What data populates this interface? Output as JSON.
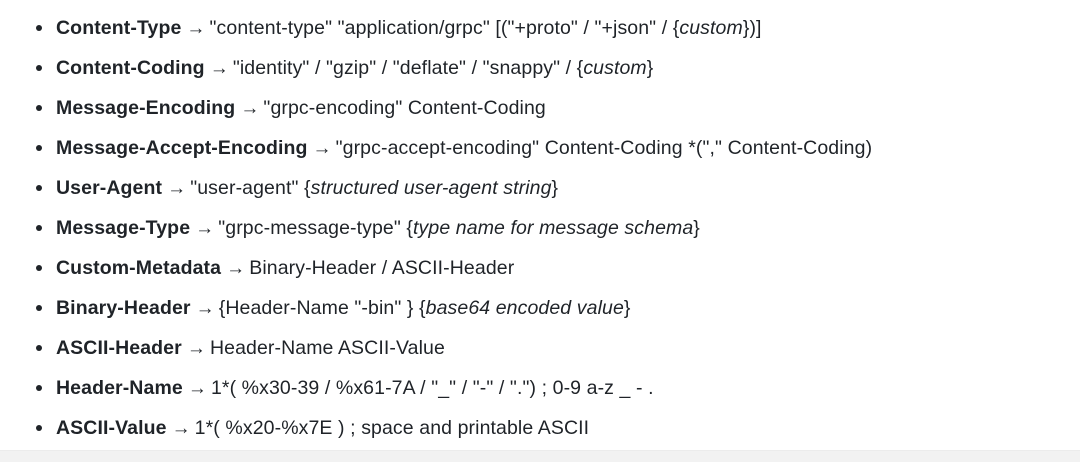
{
  "document": {
    "type": "grpc-protocol-grammar-spec",
    "arrow_glyph": "→",
    "bullet_glyph": "•",
    "text_color": "#1f2328",
    "background_color": "#ffffff",
    "rules": [
      {
        "name": "Content-Type",
        "definition_html": "\"content-type\" \"application/grpc\" [(\"+proto\" / \"+json\" / {<i>custom</i>})]",
        "definition_text": "\"content-type\" \"application/grpc\" [(\"+proto\" / \"+json\" / {custom})]"
      },
      {
        "name": "Content-Coding",
        "definition_html": "\"identity\" / \"gzip\" / \"deflate\" / \"snappy\" / {<i>custom</i>}",
        "definition_text": "\"identity\" / \"gzip\" / \"deflate\" / \"snappy\" / {custom}"
      },
      {
        "name": "Message-Encoding",
        "definition_html": "\"grpc-encoding\" Content-Coding",
        "definition_text": "\"grpc-encoding\" Content-Coding"
      },
      {
        "name": "Message-Accept-Encoding",
        "definition_html": "\"grpc-accept-encoding\" Content-Coding *(\",\" Content-Coding)",
        "definition_text": "\"grpc-accept-encoding\" Content-Coding *(\",\" Content-Coding)"
      },
      {
        "name": "User-Agent",
        "definition_html": "\"user-agent\" {<i>structured user-agent string</i>}",
        "definition_text": "\"user-agent\" {structured user-agent string}"
      },
      {
        "name": "Message-Type",
        "definition_html": "\"grpc-message-type\" {<i>type name for message schema</i>}",
        "definition_text": "\"grpc-message-type\" {type name for message schema}"
      },
      {
        "name": "Custom-Metadata",
        "definition_html": "Binary-Header / ASCII-Header",
        "definition_text": "Binary-Header / ASCII-Header"
      },
      {
        "name": "Binary-Header",
        "definition_html": "{Header-Name \"-bin\" } {<i>base64 encoded value</i>}",
        "definition_text": "{Header-Name \"-bin\" } {base64 encoded value}"
      },
      {
        "name": "ASCII-Header",
        "definition_html": "Header-Name ASCII-Value",
        "definition_text": "Header-Name ASCII-Value"
      },
      {
        "name": "Header-Name",
        "definition_html": "1*( %x30-39 / %x61-7A / \"_\" / \"-\" / \".\") ; 0-9 a-z _ - .",
        "definition_text": "1*( %x30-39 / %x61-7A / \"_\" / \"-\" / \".\") ; 0-9 a-z _ - ."
      },
      {
        "name": "ASCII-Value",
        "definition_html": "1*( %x20-%x7E ) ; space and printable ASCII",
        "definition_text": "1*( %x20-%x7E ) ; space and printable ASCII"
      }
    ]
  }
}
